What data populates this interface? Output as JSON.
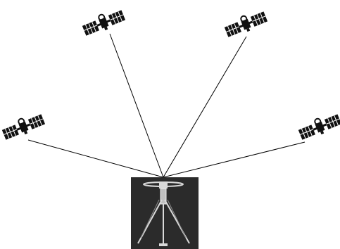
{
  "diagram": {
    "satellites": [
      {
        "id": "sat-left"
      },
      {
        "id": "sat-top-left"
      },
      {
        "id": "sat-top-right"
      },
      {
        "id": "sat-right"
      }
    ],
    "receiver": {
      "id": "gnss-tripod-receiver"
    }
  },
  "colors": {
    "background": "#ffffff",
    "line": "#000000",
    "satellite": "#111111",
    "receiver_bg": "#2b2b2b",
    "tripod": "#d9d9d9"
  }
}
